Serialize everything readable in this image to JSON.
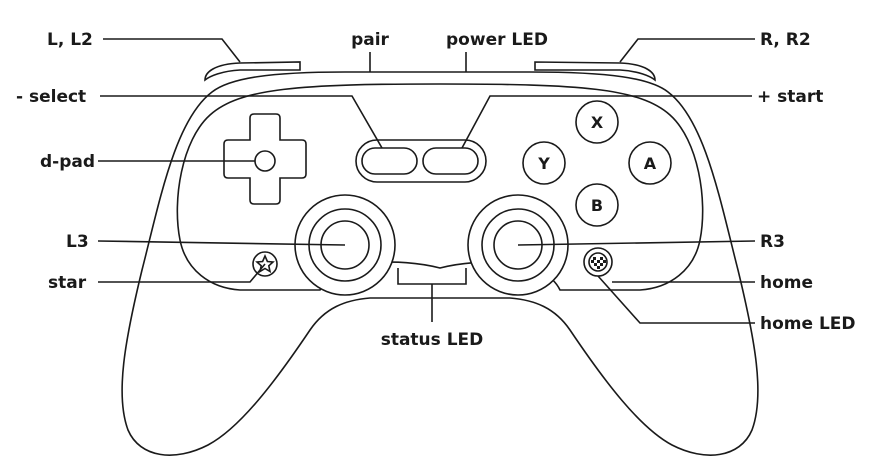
{
  "labels": {
    "l_l2": "L, L2",
    "pair": "pair",
    "power_led": "power LED",
    "r_r2": "R, R2",
    "select": "- select",
    "start": "+ start",
    "dpad": "d-pad",
    "l3": "L3",
    "r3": "R3",
    "star": "star",
    "home": "home",
    "home_led": "home LED",
    "status_led": "status LED"
  },
  "buttons": {
    "x": "X",
    "y": "Y",
    "a": "A",
    "b": "B"
  },
  "colors": {
    "ink": "#1a1a1a",
    "background": "#ffffff"
  }
}
